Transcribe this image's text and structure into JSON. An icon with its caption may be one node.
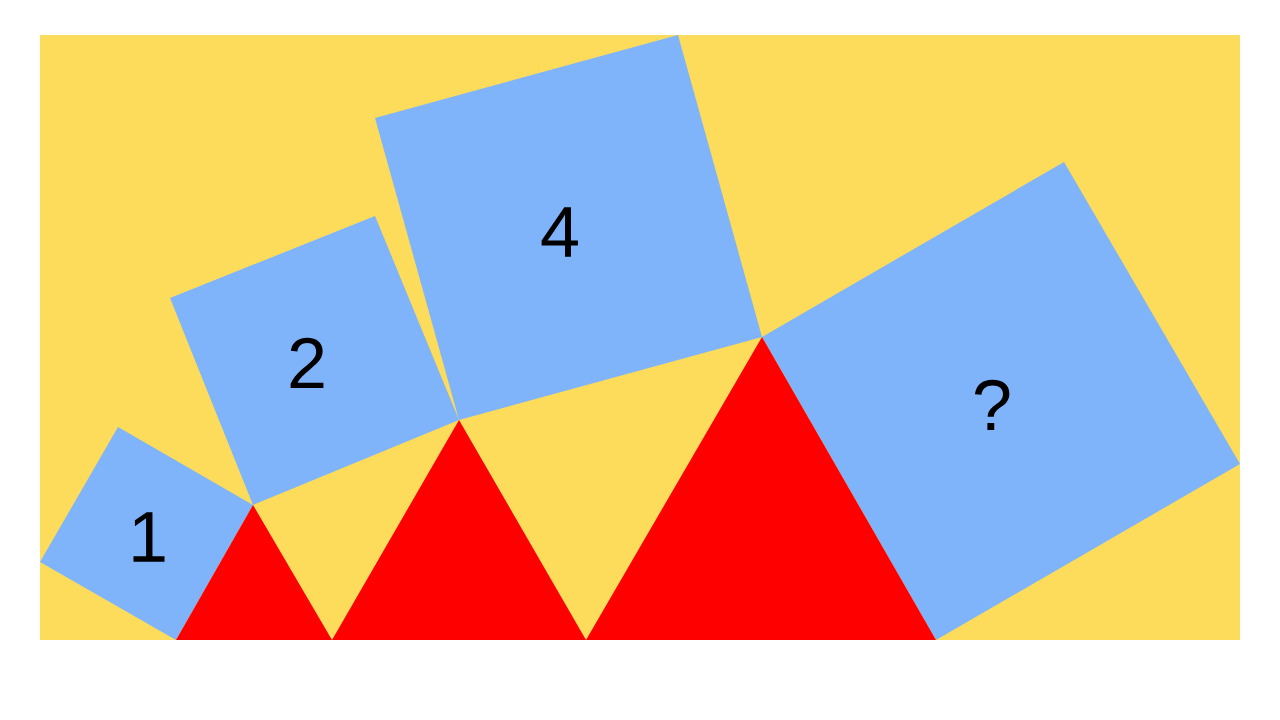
{
  "diagram": {
    "nodes": [
      {
        "text": [
          "1"
        ]
      },
      {
        "text": [
          "2"
        ]
      },
      {
        "text": [
          "4"
        ]
      },
      {
        "text": [
          "?"
        ]
      },
      {
        "text": [],
        "shape": "triangle"
      },
      {
        "text": [],
        "shape": "triangle"
      },
      {
        "text": [],
        "shape": "triangle"
      }
    ]
  }
}
